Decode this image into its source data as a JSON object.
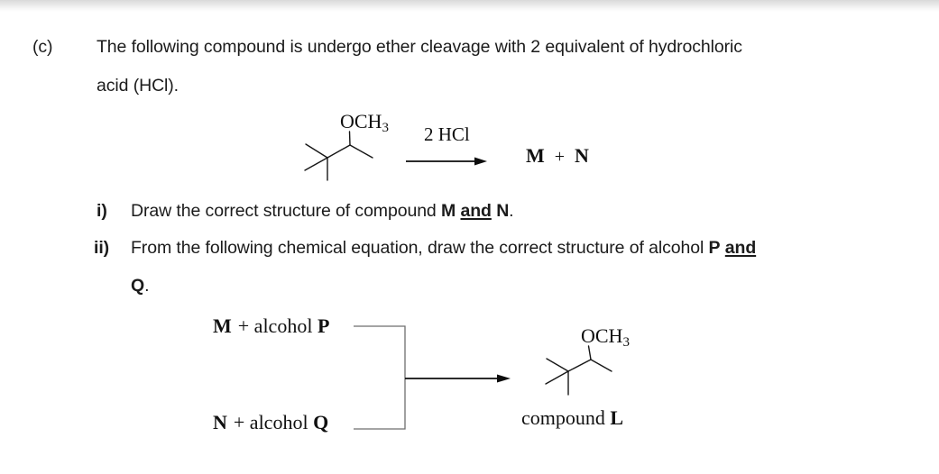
{
  "intro": {
    "section_label": "(c)",
    "line1": "The following compound is undergo ether cleavage with 2 equivalent of hydrochloric",
    "line2": "acid (HCl)."
  },
  "scheme1": {
    "methoxy_label": "OCH",
    "methoxy_subscript": "3",
    "reagent_label": "2 HCl",
    "product_m": "M",
    "plus_sign": "+",
    "product_n": "N"
  },
  "items": {
    "i": {
      "marker": "i)",
      "text": "Draw the correct structure of compound ",
      "bold_m": "M",
      "underlined_and": "and",
      "bold_n": "N",
      "period": "."
    },
    "ii": {
      "marker": "ii)",
      "text": "From the following chemical equation, draw the correct structure of alcohol ",
      "bold_p": "P",
      "underlined_and": "and",
      "bold_q": "Q",
      "period": "."
    }
  },
  "scheme2": {
    "reactant1_bold": "M",
    "reactant1_rest": "+ alcohol",
    "reactant1_p": "P",
    "reactant2_bold": "N",
    "reactant2_rest": "+ alcohol",
    "reactant2_q": "Q",
    "methoxy_label": "OCH",
    "methoxy_subscript": "3",
    "product_caption": "compound ",
    "product_caption_bold": "L"
  }
}
